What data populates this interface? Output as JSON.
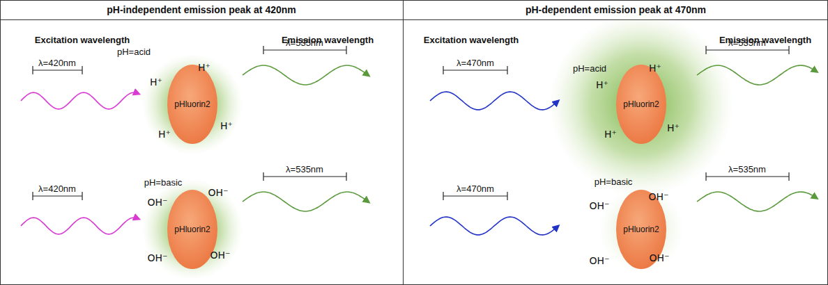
{
  "diagram": {
    "nodes": [
      {
        "text": [
          "pH-independent emission peak at 420nm"
        ]
      },
      {
        "text": [
          "pH-dependent emission peak at 470nm"
        ]
      },
      {
        "text": [
          "pHluorin2"
        ]
      },
      {
        "text": [
          "pHluorin2"
        ]
      },
      {
        "text": [
          "pHluorin2"
        ]
      },
      {
        "text": [
          "pHluorin2"
        ]
      }
    ],
    "labels": [
      "Excitation wavelength",
      "Emission wavelength",
      "pH=acid",
      "λ=420nm",
      "λ=535nm",
      "H⁺",
      "H⁺",
      "H⁺",
      "H⁺",
      "pH=basic",
      "λ=420nm",
      "λ=535nm",
      "OH⁻",
      "OH⁻",
      "OH⁻",
      "OH⁻",
      "Excitation wavelength",
      "Emission wavelength",
      "pH=acid",
      "λ=470nm",
      "λ=535nm",
      "H⁺",
      "H⁺",
      "H⁺",
      "H⁺",
      "pH=basic",
      "λ=470nm",
      "λ=535nm",
      "OH⁻",
      "OH⁻",
      "OH⁻",
      "OH⁻"
    ]
  }
}
